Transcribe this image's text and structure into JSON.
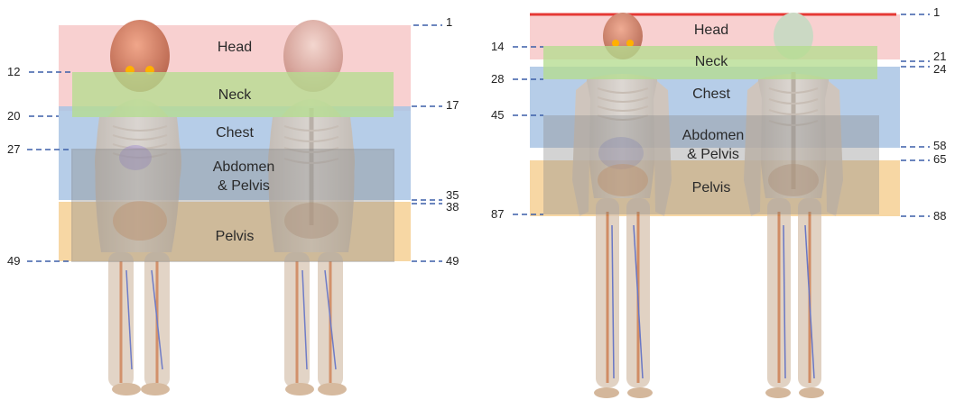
{
  "left_panel": {
    "bands": {
      "head": "Head",
      "neck": "Neck",
      "chest": "Chest",
      "abdomen": "Abdomen\n& Pelvis",
      "pelvis": "Pelvis"
    },
    "left_markers": [
      "12",
      "20",
      "27",
      "49"
    ],
    "right_markers": [
      "1",
      "17",
      "35",
      "38",
      "49"
    ]
  },
  "right_panel": {
    "bands": {
      "head": "Head",
      "neck": "Neck",
      "chest": "Chest",
      "abdomen": "Abdomen\n& Pelvis",
      "pelvis": "Pelvis"
    },
    "left_markers": [
      "14",
      "28",
      "45",
      "87"
    ],
    "right_markers": [
      "1",
      "21",
      "24",
      "58",
      "65",
      "88"
    ]
  },
  "colors": {
    "head": "#f7c8c8",
    "neck": "#b5dc8f",
    "chest": "#a9c4e4",
    "abdomen": "#8c8c8c",
    "pelvis": "#f6d39a",
    "marker": "#3b5fa8",
    "top_line": "#e53935"
  }
}
